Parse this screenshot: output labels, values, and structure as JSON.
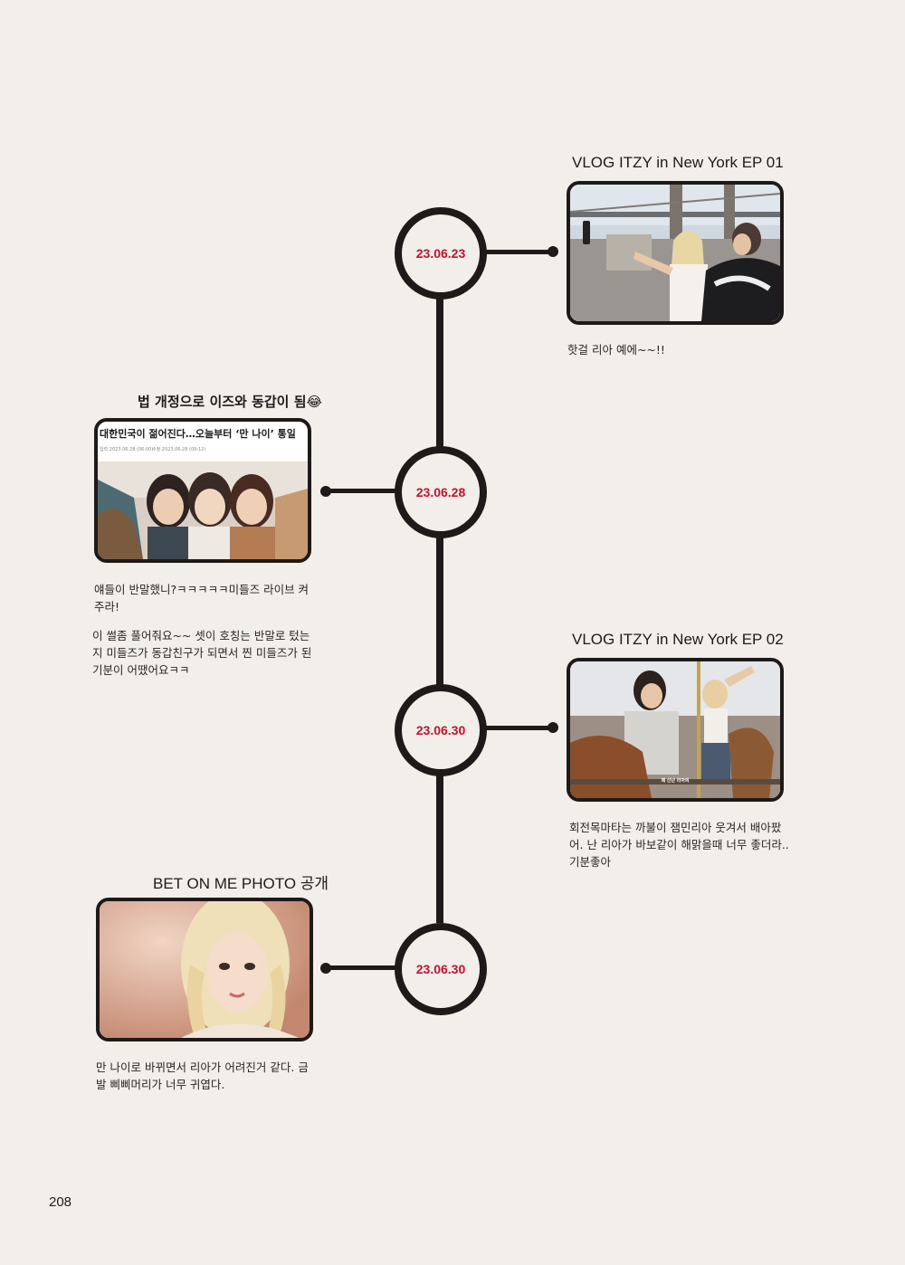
{
  "page_number": "208",
  "accent_color": "#c8102e",
  "entries": [
    {
      "date": "23.06.23",
      "title": "VLOG ITZY in New York EP 01",
      "image": "selfie-with-phone-near-bridge",
      "captions": [
        "핫걸 리아 예에~~!!"
      ]
    },
    {
      "date": "23.06.28",
      "title": "법 개정으로 이즈와 동갑이 됨😂",
      "image": "three-members-group-photo",
      "headline": "대한민국이 젊어진다…오늘부터 ‘만 나이’ 통일",
      "headline_meta": [
        "입력 2023.06.28 (06:00)",
        "수정 2023.06.28 (09:12)"
      ],
      "captions": [
        "얘들이 반말했니?ㅋㅋㅋㅋㅋ미들즈 라이브 켜 주라!",
        "이 썰좀 풀어줘요~~ 셋이 호칭는 반말로 텄는 지 미들즈가 동갑친구가 되면서 찐 미들즈가 된 기분이 어땠어요ㅋㅋ"
      ]
    },
    {
      "date": "23.06.30",
      "title": "VLOG ITZY in New York EP 02",
      "image": "carousel-ride",
      "subtitle_text": "꽤 신난 리아의",
      "captions": [
        "회전목마타는 까불이 잼민리아 웃겨서 배아팠 어. 난 리아가 바보같이 해맑을때 너무 좋더라.. 기분좋아"
      ]
    },
    {
      "date": "23.06.30",
      "title": "BET ON ME PHOTO 공개",
      "image": "blonde-braids-portrait",
      "captions": [
        "만 나이로 바뀌면서 리아가 어려진거 같다. 금 발 삐삐머리가 너무 귀엽다."
      ]
    }
  ]
}
